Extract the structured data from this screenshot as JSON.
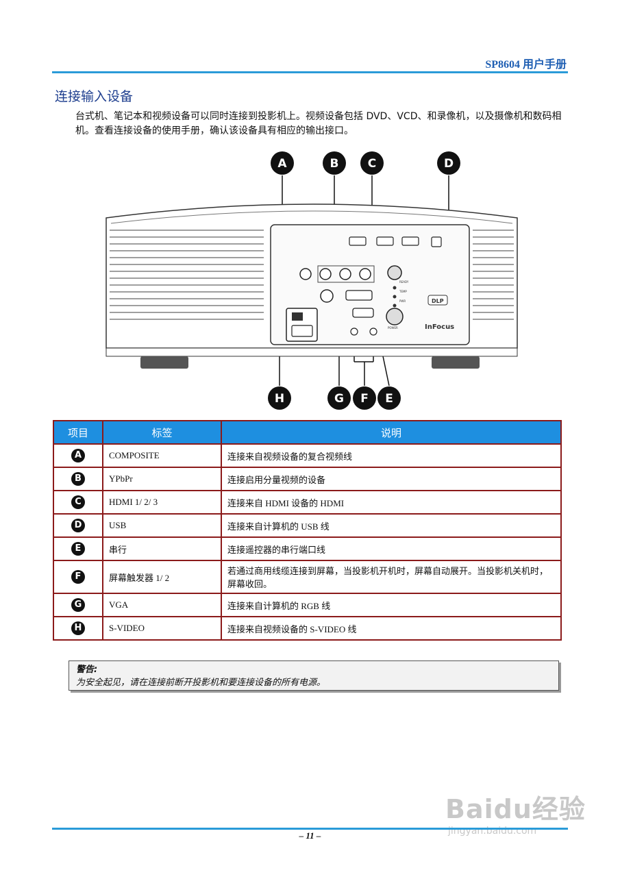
{
  "header": {
    "title": "SP8604 用户手册"
  },
  "section": {
    "title": "连接输入设备"
  },
  "intro": {
    "text": "台式机、笔记本和视频设备可以同时连接到投影机上。视频设备包括 DVD、VCD、和录像机，以及摄像机和数码相机。查看连接设备的使用手册，确认该设备具有相应的输出接口。"
  },
  "figure": {
    "callouts": [
      "A",
      "B",
      "C",
      "D",
      "H",
      "G",
      "F",
      "E"
    ],
    "brand": "InFocus",
    "dlp_logo": "DLP",
    "port_labels": {
      "ready": "READY",
      "temp": "TEMP",
      "pwr": "PWR",
      "power": "POWER"
    }
  },
  "table": {
    "headers": [
      "项目",
      "标签",
      "说明"
    ],
    "rows": [
      {
        "item": "A",
        "label": "COMPOSITE",
        "desc": "连接来自视频设备的复合视频线"
      },
      {
        "item": "B",
        "label": "YPbPr",
        "desc": "连接启用分量视频的设备"
      },
      {
        "item": "C",
        "label": "HDMI 1/ 2/ 3",
        "desc": "连接来自  HDMI  设备的  HDMI"
      },
      {
        "item": "D",
        "label": "USB",
        "desc": "连接来自计算机的  USB  线"
      },
      {
        "item": "E",
        "label": "串行",
        "desc": "连接遥控器的串行端口线"
      },
      {
        "item": "F",
        "label": "屏幕触发器 1/ 2",
        "desc": "若通过商用线缆连接到屏幕，当投影机开机时，屏幕自动展开。当投影机关机时，屏幕收回。"
      },
      {
        "item": "G",
        "label": "VGA",
        "desc": "连接来自计算机的 RGB 线"
      },
      {
        "item": "H",
        "label": "S-VIDEO",
        "desc": "连接来自视频设备的  S-VIDEO 线"
      }
    ]
  },
  "warning": {
    "title": "警告:",
    "text": "为安全起见，请在连接前断开投影机和要连接设备的所有电源。"
  },
  "footer": {
    "page": "– 11 –"
  },
  "watermark": {
    "logo": "Baidu经验",
    "url": "jingyan.baidu.com"
  }
}
